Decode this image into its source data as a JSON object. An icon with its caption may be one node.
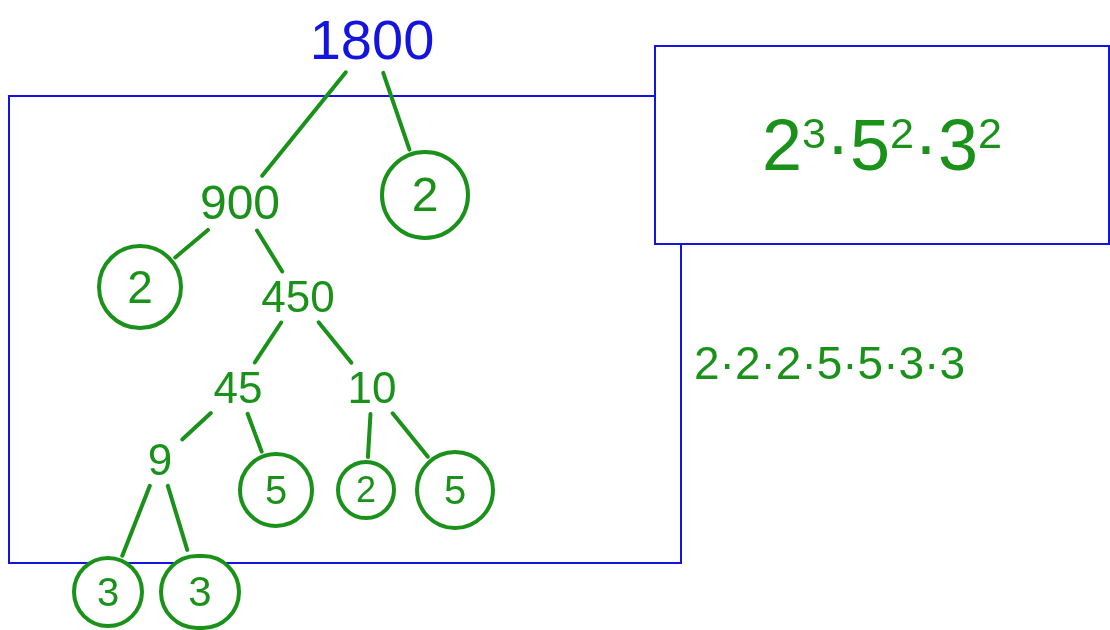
{
  "diagram": {
    "nodes": [
      {
        "text": [
          "1800"
        ]
      },
      {
        "text": [
          "900"
        ]
      },
      {
        "text": [
          "2"
        ]
      },
      {
        "text": [
          "2"
        ]
      },
      {
        "text": [
          "450"
        ]
      },
      {
        "text": [
          "45"
        ]
      },
      {
        "text": [
          "10"
        ]
      },
      {
        "text": [
          "9"
        ]
      },
      {
        "text": [
          "5"
        ]
      },
      {
        "text": [
          "2"
        ]
      },
      {
        "text": [
          "5"
        ]
      },
      {
        "text": [
          "3"
        ]
      },
      {
        "text": [
          "3"
        ]
      },
      {
        "text": [
          "2$^{3}$·5$^{2}$·3$^{2}$"
        ]
      }
    ],
    "edges": [
      {
        "from": 0,
        "to": 1,
        "arrow": "none"
      },
      {
        "from": 0,
        "to": 2,
        "arrow": "none"
      },
      {
        "from": 1,
        "to": 3,
        "arrow": "none"
      },
      {
        "from": 1,
        "to": 4,
        "arrow": "none"
      },
      {
        "from": 4,
        "to": 5,
        "arrow": "none"
      },
      {
        "from": 4,
        "to": 6,
        "arrow": "none"
      },
      {
        "from": 5,
        "to": 7,
        "arrow": "none"
      },
      {
        "from": 5,
        "to": 8,
        "arrow": "none"
      },
      {
        "from": 6,
        "to": 9,
        "arrow": "none"
      },
      {
        "from": 6,
        "to": 10,
        "arrow": "none"
      },
      {
        "from": 7,
        "to": 11,
        "arrow": "none"
      },
      {
        "from": 7,
        "to": 12,
        "arrow": "none"
      }
    ],
    "labels": [
      "2·2·2·5·5·3·3"
    ]
  }
}
